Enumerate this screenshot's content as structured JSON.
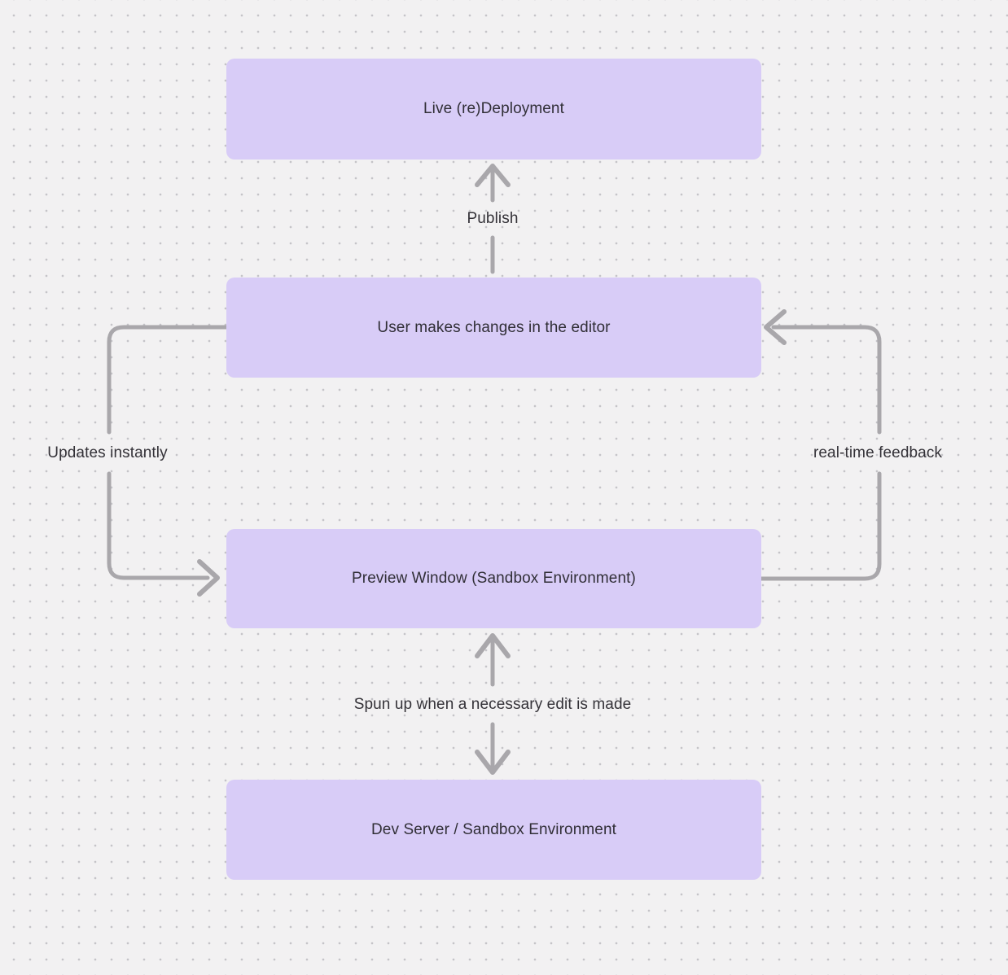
{
  "diagram": {
    "nodes": [
      {
        "id": "live-redeployment",
        "label": "Live (re)Deployment"
      },
      {
        "id": "user-editor",
        "label": "User makes changes in the editor"
      },
      {
        "id": "preview-window",
        "label": "Preview Window (Sandbox Environment)"
      },
      {
        "id": "dev-server",
        "label": "Dev Server / Sandbox Environment"
      }
    ],
    "edges": [
      {
        "from": "user-editor",
        "to": "live-redeployment",
        "label": "Publish",
        "direction": "up"
      },
      {
        "from": "user-editor",
        "to": "preview-window",
        "label": "Updates instantly",
        "direction": "left-loop-down"
      },
      {
        "from": "preview-window",
        "to": "user-editor",
        "label": "real-time feedback",
        "direction": "right-loop-up"
      },
      {
        "from": "preview-window",
        "to": "dev-server",
        "label": "Spun up when a necessary edit is made",
        "direction": "bidirectional-vertical"
      }
    ],
    "colors": {
      "background": "#f2f1f2",
      "dot": "#c5c4c8",
      "node_fill": "#d8ccf7",
      "node_text": "#312f37",
      "arrow": "#a9a7ab",
      "label_text": "#343238"
    }
  }
}
